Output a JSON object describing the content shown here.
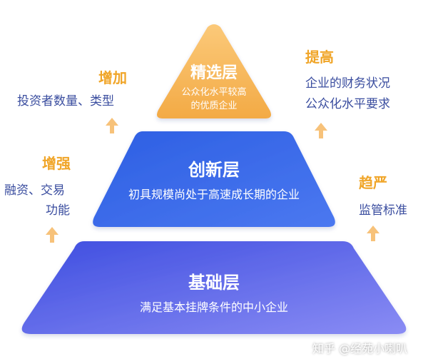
{
  "colors": {
    "top_tier_start": "#fbc979",
    "top_tier_end": "#f3aa45",
    "mid_tier_start": "#2d5fe3",
    "mid_tier_end": "#4b78f0",
    "base_tier_start": "#3e4ee0",
    "base_tier_end": "#8a8cf4",
    "side_title": "#f0a528",
    "side_text": "#3a4d9f",
    "arrow": "#f7c27a"
  },
  "tiers": [
    {
      "title": "精选层",
      "desc_lines": [
        "公众化水平较高",
        "的优质企业"
      ]
    },
    {
      "title": "创新层",
      "desc_lines": [
        "初具规模尚处于高速成长期的企业"
      ]
    },
    {
      "title": "基础层",
      "desc_lines": [
        "满足基本挂牌条件的中小企业"
      ]
    }
  ],
  "left_notes": [
    {
      "title": "增加",
      "lines": [
        "投资者数量、类型"
      ]
    },
    {
      "title": "增强",
      "lines": [
        "融资、交易",
        "功能"
      ]
    }
  ],
  "right_notes": [
    {
      "title": "提高",
      "lines": [
        "企业的财务状况",
        "公众化水平要求"
      ]
    },
    {
      "title": "趋严",
      "lines": [
        "监管标准"
      ]
    }
  ],
  "arrow_icon": "up-arrow-icon",
  "watermark": "知乎 @经苑小喇叭"
}
